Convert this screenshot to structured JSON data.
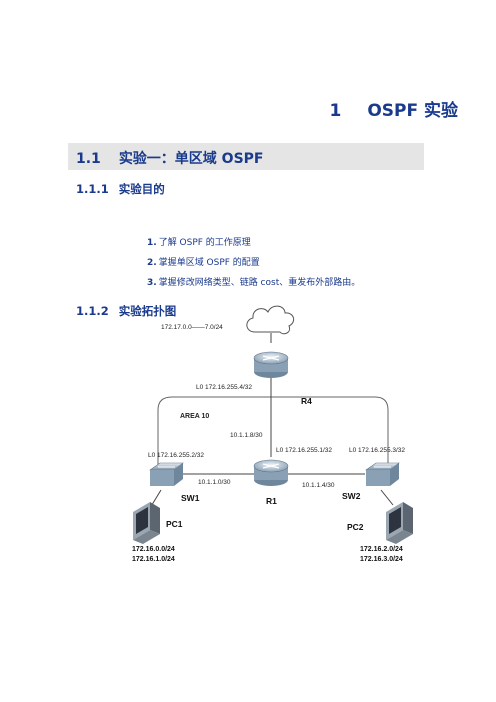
{
  "heading1": {
    "number": "1",
    "title": "OSPF 实验"
  },
  "heading2": {
    "number": "1.1",
    "title": "实验一：单区域 OSPF"
  },
  "section_purpose": {
    "number": "1.1.1",
    "title": "实验目的"
  },
  "purposes": [
    {
      "n": "1.",
      "text": "了解 OSPF 的工作原理"
    },
    {
      "n": "2.",
      "text": "掌握单区域 OSPF 的配置"
    },
    {
      "n": "3.",
      "text": "掌握修改网络类型、链路 cost、重发布外部路由。"
    }
  ],
  "section_topology": {
    "number": "1.1.2",
    "title": "实验拓扑图"
  },
  "topology": {
    "external_net": "172.17.0.0——7.0/24",
    "area_label": "AREA 10",
    "r4": {
      "name": "R4",
      "loopback": "L0 172.16.255.4/32"
    },
    "r1": {
      "name": "R1",
      "loopback": "L0 172.16.255.1/32"
    },
    "sw1": {
      "name": "SW1",
      "loopback": "L0 172.16.255.2/32"
    },
    "sw2": {
      "name": "SW2",
      "loopback": "L0 172.16.255.3/32"
    },
    "link_r4_r1": "10.1.1.8/30",
    "link_sw1_r1": "10.1.1.0/30",
    "link_r1_sw2": "10.1.1.4/30",
    "pc1": {
      "name": "PC1",
      "net1": "172.16.0.0/24",
      "net2": "172.16.1.0/24"
    },
    "pc2": {
      "name": "PC2",
      "net1": "172.16.2.0/24",
      "net2": "172.16.3.0/24"
    }
  },
  "colors": {
    "heading": "#1a3a8c",
    "bar": "#e5e5e5",
    "device": "#8aa0b4"
  }
}
